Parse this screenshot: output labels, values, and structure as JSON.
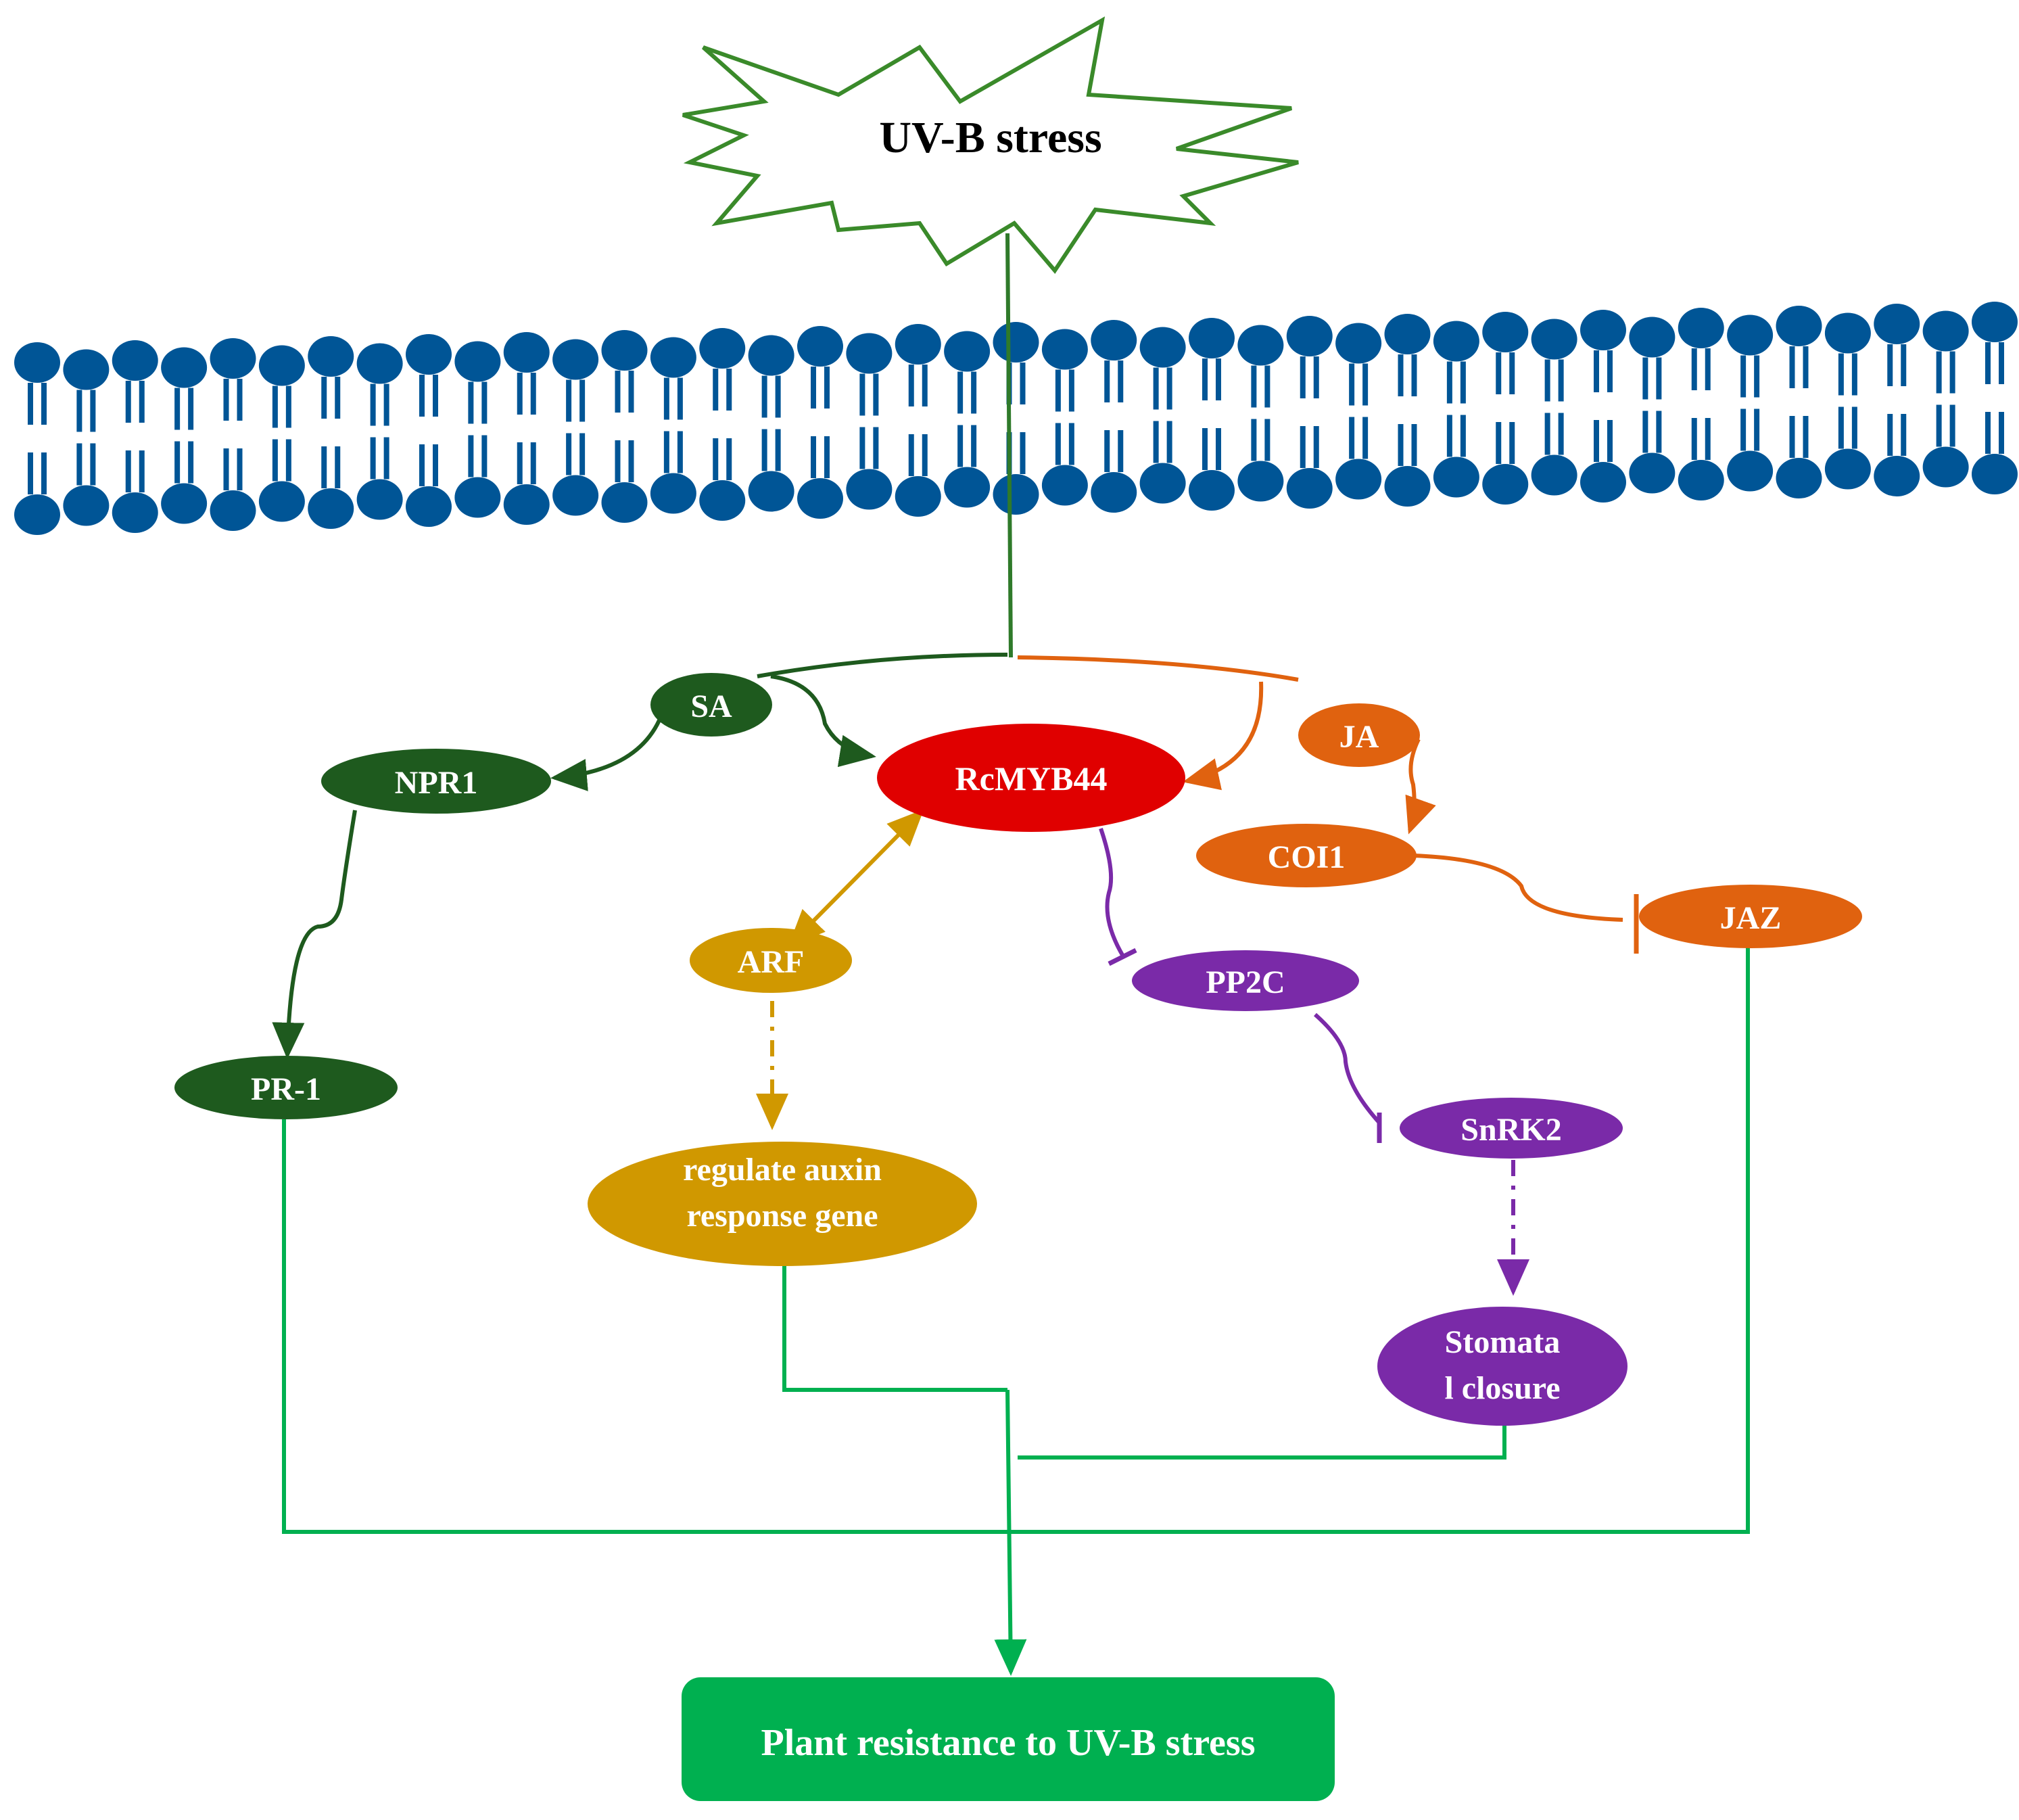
{
  "stimulus": {
    "label": "UV-B stress"
  },
  "nodes": {
    "sa": "SA",
    "ja": "JA",
    "npr1": "NPR1",
    "rcmyb44": "RcMYB44",
    "coi1": "COI1",
    "jaz": "JAZ",
    "arf": "ARF",
    "pp2c": "PP2C",
    "pr1": "PR-1",
    "snrk2": "SnRK2",
    "auxin_line1": "regulate auxin",
    "auxin_line2": "response gene",
    "stomata_line1": "Stomata",
    "stomata_line2": "l closure"
  },
  "outcome": {
    "label": "Plant resistance to UV-B stress"
  },
  "colors": {
    "sa_branch": "#1e5a1e",
    "ja_branch": "#e0620f",
    "rcmyb44": "#e00000",
    "auxin": "#d09800",
    "aba": "#7a2aa8",
    "resistance": "#00b050",
    "membrane": "#005596",
    "star_stroke": "#3a8a2a"
  },
  "icons": {
    "membrane": "lipid-bilayer-icon",
    "stimulus": "starburst-icon"
  }
}
